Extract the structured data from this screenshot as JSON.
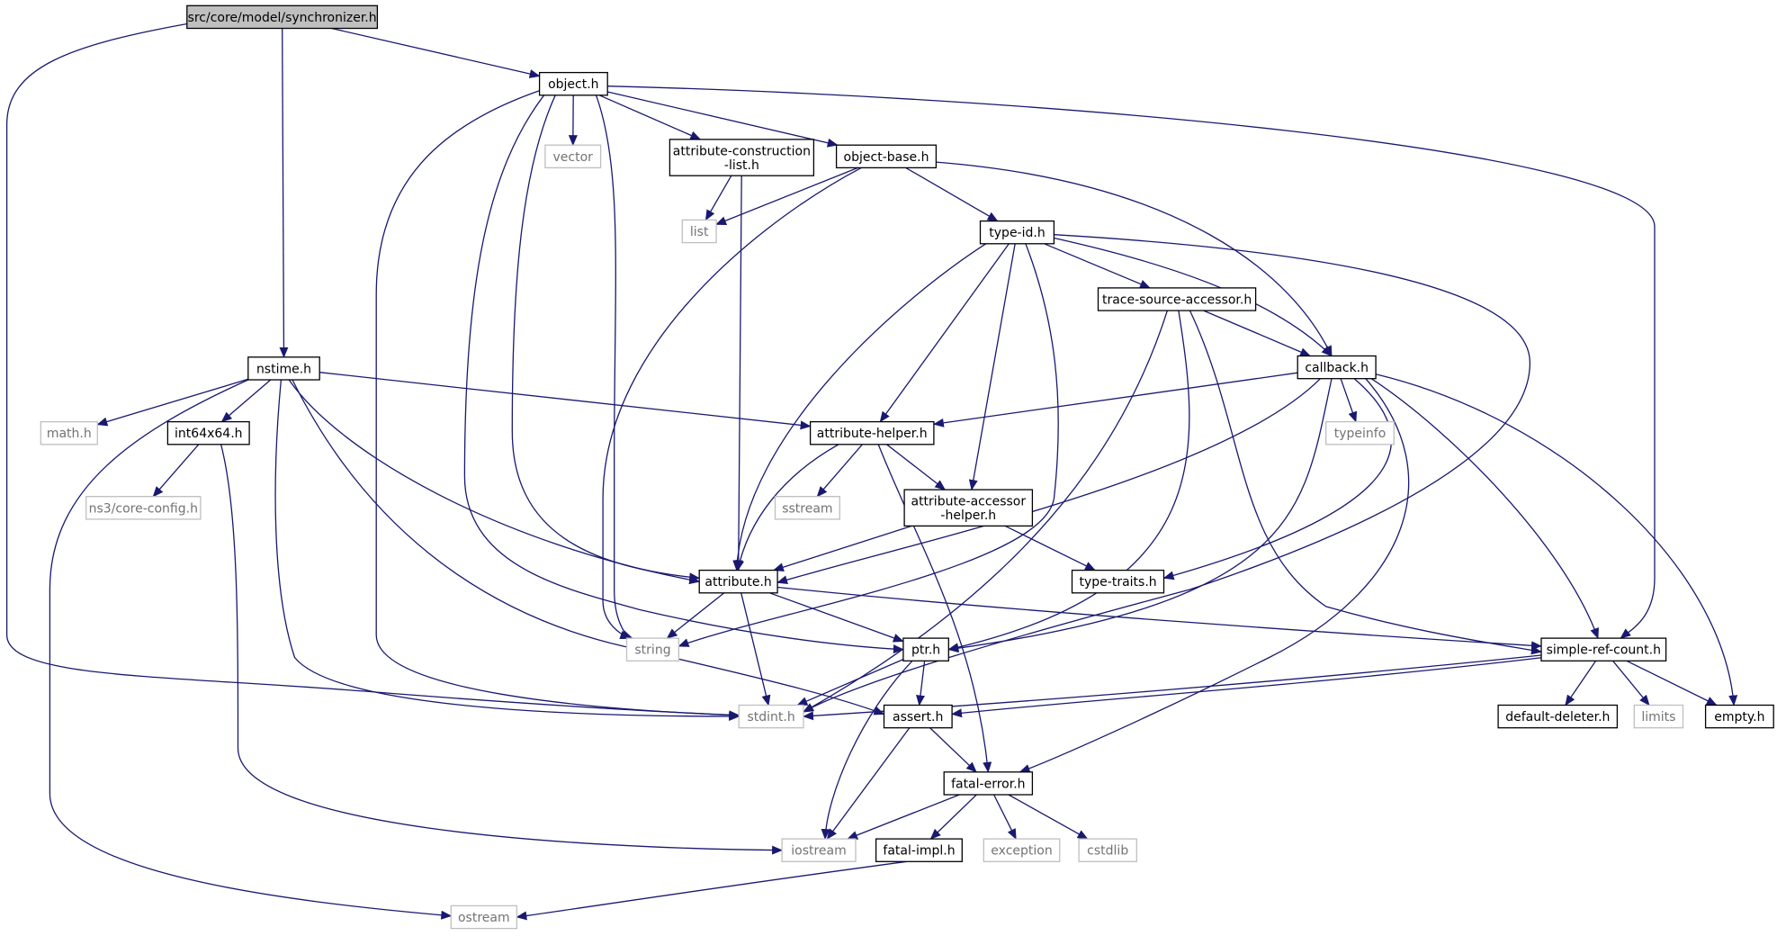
{
  "graph": {
    "colors": {
      "edge": "#191970",
      "root_fill": "#bfbfbf",
      "node_border": "#000000",
      "external_border": "#bfbfbf",
      "external_text": "#737373"
    },
    "nodes": [
      {
        "id": "synchronizer",
        "label": [
          "src/core/model/synchronizer.h"
        ],
        "kind": "root"
      },
      {
        "id": "object",
        "label": [
          "object.h"
        ],
        "kind": "primary"
      },
      {
        "id": "nstime",
        "label": [
          "nstime.h"
        ],
        "kind": "primary"
      },
      {
        "id": "vector",
        "label": [
          "vector"
        ],
        "kind": "external"
      },
      {
        "id": "attr_construction",
        "label": [
          "attribute-construction",
          "-list.h"
        ],
        "kind": "primary"
      },
      {
        "id": "object_base",
        "label": [
          "object-base.h"
        ],
        "kind": "primary"
      },
      {
        "id": "list",
        "label": [
          "list"
        ],
        "kind": "external"
      },
      {
        "id": "type_id",
        "label": [
          "type-id.h"
        ],
        "kind": "primary"
      },
      {
        "id": "trace_source",
        "label": [
          "trace-source-accessor.h"
        ],
        "kind": "primary"
      },
      {
        "id": "callback",
        "label": [
          "callback.h"
        ],
        "kind": "primary"
      },
      {
        "id": "math",
        "label": [
          "math.h"
        ],
        "kind": "external"
      },
      {
        "id": "int64x64",
        "label": [
          "int64x64.h"
        ],
        "kind": "primary"
      },
      {
        "id": "core_config",
        "label": [
          "ns3/core-config.h"
        ],
        "kind": "external"
      },
      {
        "id": "attr_helper",
        "label": [
          "attribute-helper.h"
        ],
        "kind": "primary"
      },
      {
        "id": "typeinfo",
        "label": [
          "typeinfo"
        ],
        "kind": "external"
      },
      {
        "id": "sstream",
        "label": [
          "sstream"
        ],
        "kind": "external"
      },
      {
        "id": "attr_accessor",
        "label": [
          "attribute-accessor",
          "-helper.h"
        ],
        "kind": "primary"
      },
      {
        "id": "attribute",
        "label": [
          "attribute.h"
        ],
        "kind": "primary"
      },
      {
        "id": "type_traits",
        "label": [
          "type-traits.h"
        ],
        "kind": "primary"
      },
      {
        "id": "string",
        "label": [
          "string"
        ],
        "kind": "external"
      },
      {
        "id": "ptr",
        "label": [
          "ptr.h"
        ],
        "kind": "primary"
      },
      {
        "id": "simple_ref",
        "label": [
          "simple-ref-count.h"
        ],
        "kind": "primary"
      },
      {
        "id": "stdint",
        "label": [
          "stdint.h"
        ],
        "kind": "external"
      },
      {
        "id": "assert",
        "label": [
          "assert.h"
        ],
        "kind": "primary"
      },
      {
        "id": "default_deleter",
        "label": [
          "default-deleter.h"
        ],
        "kind": "primary"
      },
      {
        "id": "limits",
        "label": [
          "limits"
        ],
        "kind": "external"
      },
      {
        "id": "empty",
        "label": [
          "empty.h"
        ],
        "kind": "primary"
      },
      {
        "id": "fatal_error",
        "label": [
          "fatal-error.h"
        ],
        "kind": "primary"
      },
      {
        "id": "iostream",
        "label": [
          "iostream"
        ],
        "kind": "external"
      },
      {
        "id": "fatal_impl",
        "label": [
          "fatal-impl.h"
        ],
        "kind": "primary"
      },
      {
        "id": "exception",
        "label": [
          "exception"
        ],
        "kind": "external"
      },
      {
        "id": "cstdlib",
        "label": [
          "cstdlib"
        ],
        "kind": "external"
      },
      {
        "id": "ostream",
        "label": [
          "ostream"
        ],
        "kind": "external"
      }
    ],
    "edges": [
      [
        "synchronizer",
        "object"
      ],
      [
        "synchronizer",
        "nstime"
      ],
      [
        "synchronizer",
        "stdint"
      ],
      [
        "object",
        "vector"
      ],
      [
        "object",
        "attr_construction"
      ],
      [
        "object",
        "object_base"
      ],
      [
        "object",
        "simple_ref"
      ],
      [
        "object",
        "string"
      ],
      [
        "object",
        "attribute"
      ],
      [
        "object",
        "ptr"
      ],
      [
        "object",
        "stdint"
      ],
      [
        "attr_construction",
        "list"
      ],
      [
        "attr_construction",
        "attribute"
      ],
      [
        "object_base",
        "list"
      ],
      [
        "object_base",
        "type_id"
      ],
      [
        "object_base",
        "callback"
      ],
      [
        "object_base",
        "string"
      ],
      [
        "type_id",
        "trace_source"
      ],
      [
        "type_id",
        "callback"
      ],
      [
        "type_id",
        "attr_helper"
      ],
      [
        "type_id",
        "attr_accessor"
      ],
      [
        "type_id",
        "attribute"
      ],
      [
        "type_id",
        "string"
      ],
      [
        "type_id",
        "stdint"
      ],
      [
        "trace_source",
        "callback"
      ],
      [
        "trace_source",
        "ptr"
      ],
      [
        "trace_source",
        "simple_ref"
      ],
      [
        "trace_source",
        "stdint"
      ],
      [
        "callback",
        "typeinfo"
      ],
      [
        "callback",
        "attr_helper"
      ],
      [
        "callback",
        "type_traits"
      ],
      [
        "callback",
        "simple_ref"
      ],
      [
        "callback",
        "empty"
      ],
      [
        "callback",
        "attribute"
      ],
      [
        "callback",
        "ptr"
      ],
      [
        "callback",
        "fatal_error"
      ],
      [
        "nstime",
        "math"
      ],
      [
        "nstime",
        "int64x64"
      ],
      [
        "nstime",
        "attr_helper"
      ],
      [
        "nstime",
        "attribute"
      ],
      [
        "nstime",
        "assert"
      ],
      [
        "nstime",
        "stdint"
      ],
      [
        "nstime",
        "ostream"
      ],
      [
        "int64x64",
        "core_config"
      ],
      [
        "int64x64",
        "iostream"
      ],
      [
        "attr_helper",
        "sstream"
      ],
      [
        "attr_helper",
        "attr_accessor"
      ],
      [
        "attr_helper",
        "attribute"
      ],
      [
        "attr_helper",
        "fatal_error"
      ],
      [
        "attr_accessor",
        "attribute"
      ],
      [
        "attr_accessor",
        "type_traits"
      ],
      [
        "attribute",
        "string"
      ],
      [
        "attribute",
        "ptr"
      ],
      [
        "attribute",
        "simple_ref"
      ],
      [
        "attribute",
        "stdint"
      ],
      [
        "ptr",
        "assert"
      ],
      [
        "ptr",
        "stdint"
      ],
      [
        "ptr",
        "iostream"
      ],
      [
        "simple_ref",
        "default_deleter"
      ],
      [
        "simple_ref",
        "limits"
      ],
      [
        "simple_ref",
        "empty"
      ],
      [
        "simple_ref",
        "assert"
      ],
      [
        "simple_ref",
        "stdint"
      ],
      [
        "assert",
        "fatal_error"
      ],
      [
        "assert",
        "iostream"
      ],
      [
        "fatal_error",
        "fatal_impl"
      ],
      [
        "fatal_error",
        "exception"
      ],
      [
        "fatal_error",
        "cstdlib"
      ],
      [
        "fatal_error",
        "iostream"
      ],
      [
        "fatal_impl",
        "ostream"
      ]
    ]
  }
}
